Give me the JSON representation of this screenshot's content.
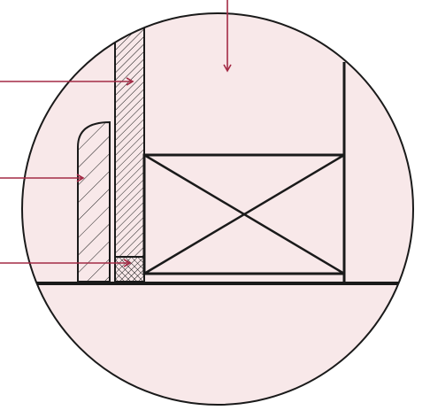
{
  "colors": {
    "circle_fill": "#f8e8e9",
    "outline": "#1a1a1a",
    "leader_lines": "#a32a45",
    "background": "#ffffff"
  },
  "callouts": [
    {
      "id": "interior-space",
      "label": "",
      "direction": "down"
    },
    {
      "id": "vertical-wall-layer",
      "label": "",
      "direction": "right"
    },
    {
      "id": "rounded-side-block",
      "label": "",
      "direction": "right"
    },
    {
      "id": "base-strip",
      "label": "",
      "direction": "right"
    }
  ]
}
